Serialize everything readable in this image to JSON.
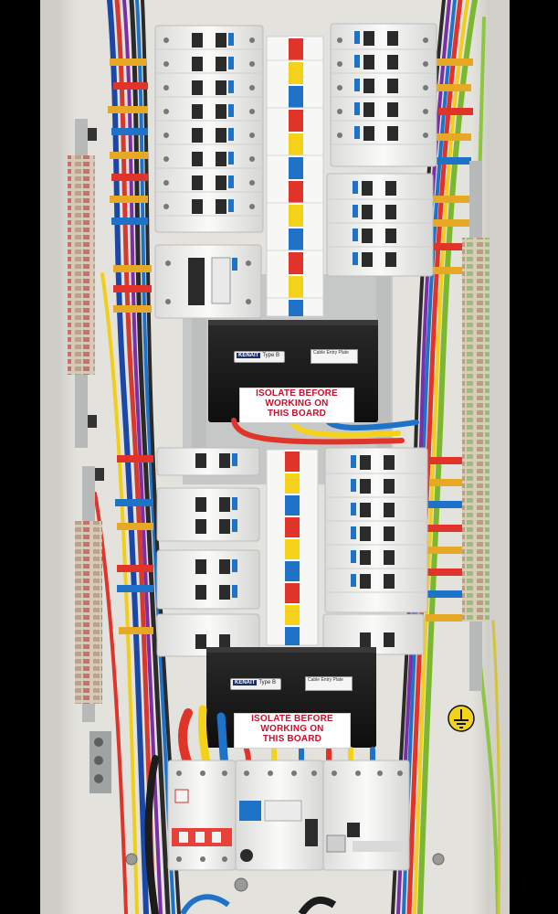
{
  "warning_upper": {
    "line1": "ISOLATE BEFORE",
    "line2": "WORKING ON",
    "line3": "THIS BOARD"
  },
  "warning_lower": {
    "line1": "ISOLATE BEFORE",
    "line2": "WORKING ON",
    "line3": "THIS BOARD"
  },
  "busbar_cover_upper": {
    "brand": "KENAIT",
    "model": "Type B",
    "rating": "Cable Entry Plate"
  },
  "busbar_cover_lower": {
    "brand": "KENAIT",
    "model": "Type B",
    "rating": "Cable Entry Plate"
  },
  "colors": {
    "enclosure": "#e6e4df",
    "backplate": "#c9cbcb",
    "breaker": "#f4f4f2",
    "phase_red": "#e0342b",
    "phase_yellow": "#f4d21a",
    "phase_blue": "#1e73c8",
    "cover_black": "#141414",
    "earth_green_yellow": "#7cb82f"
  }
}
